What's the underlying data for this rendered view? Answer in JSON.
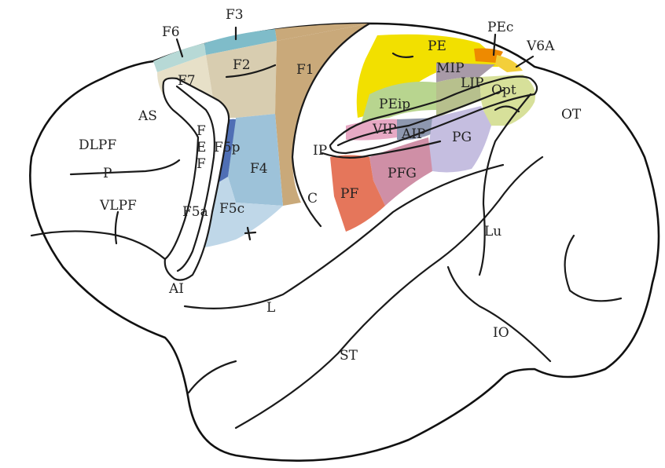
{
  "colors": {
    "F1": "#c9a97a",
    "F2": "#d8cdb0",
    "F7": "#e7e0c8",
    "F3": "#7fbcc9",
    "F6": "#b7d9d6",
    "F4": "#9dc2d9",
    "F5c": "#bfd7e8",
    "F5p": "#4f6fb5",
    "F5a": "#3b4f86",
    "PE": "#f2e000",
    "PEc": "#ee8a00",
    "V6A": "#f3cf3a",
    "MIP": "#a89aa8",
    "LIP": "#b7c08d",
    "Opt": "#d7e09a",
    "PEip": "#b8d58f",
    "VIP": "#e7a9c4",
    "AIP": "#8e98b0",
    "PG": "#c5bee0",
    "PFG": "#cf8fa6",
    "PF": "#e5765b",
    "outline": "#111111"
  },
  "labels": {
    "F6": "F6",
    "F3": "F3",
    "F2": "F2",
    "F1": "F1",
    "F7": "F7",
    "AS": "AS",
    "F_upper": "F",
    "E": "E",
    "F_lower": "F",
    "F5p": "F5p",
    "F4": "F4",
    "F5a": "F5a",
    "F5c": "F5c",
    "DLPF": "DLPF",
    "P": "P",
    "VLPF": "VLPF",
    "AI": "AI",
    "C": "C",
    "IP": "IP",
    "PF": "PF",
    "PFG": "PFG",
    "PG": "PG",
    "PE": "PE",
    "PEc": "PEc",
    "V6A": "V6A",
    "MIP": "MIP",
    "LIP": "LIP",
    "Opt": "Opt",
    "PEip": "PEip",
    "VIP": "VIP",
    "AIP": "AIP",
    "OT": "OT",
    "Lu": "Lu",
    "L": "L",
    "IO": "IO",
    "ST": "ST"
  }
}
